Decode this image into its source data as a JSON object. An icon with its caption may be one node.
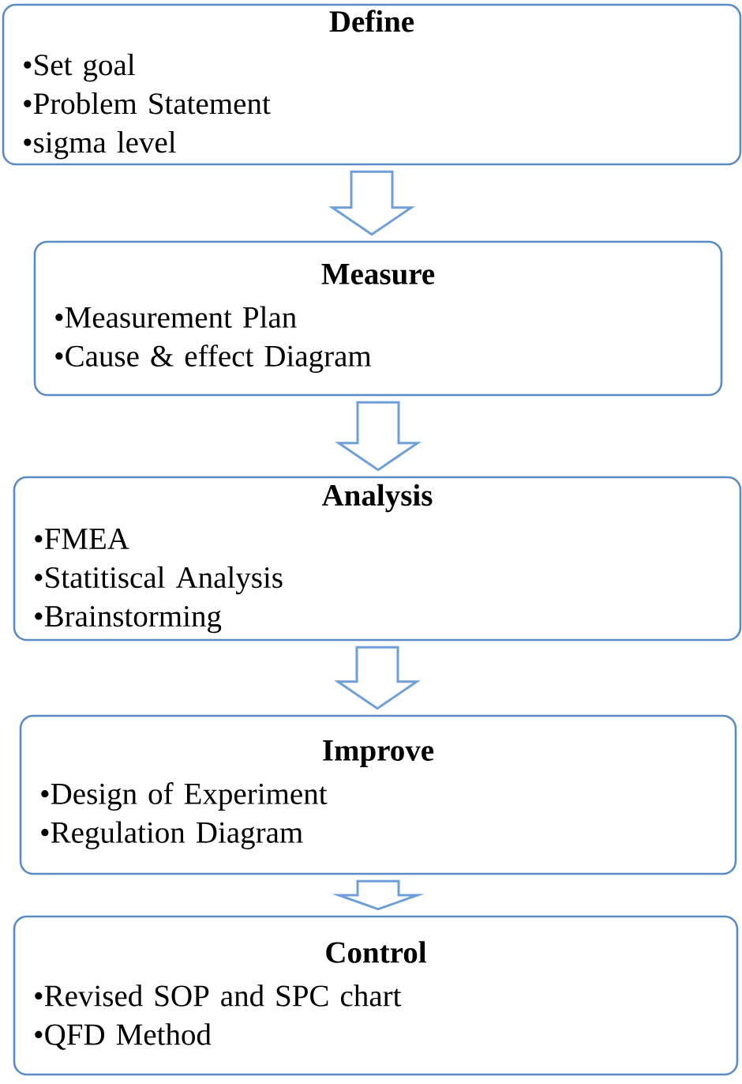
{
  "diagram": {
    "nodes": [
      {
        "text": [
          "Define",
          "•Set goal",
          "•Problem Statement",
          "•sigma level"
        ]
      },
      {
        "text": [
          "Measure",
          "•Measurement Plan",
          "•Cause & effect Diagram"
        ]
      },
      {
        "text": [
          "Analysis",
          "•FMEA",
          "•Statitiscal Analysis",
          "•Brainstorming"
        ]
      },
      {
        "text": [
          "Improve",
          "•Design of Experiment",
          "•Regulation Diagram"
        ]
      },
      {
        "text": [
          "Control",
          "•Revised SOP and SPC chart",
          "•QFD Method"
        ]
      }
    ],
    "edges": [
      {
        "from": 0,
        "to": 1,
        "arrow": "to"
      },
      {
        "from": 1,
        "to": 2,
        "arrow": "to"
      },
      {
        "from": 2,
        "to": 3,
        "arrow": "to"
      },
      {
        "from": 3,
        "to": 4,
        "arrow": "to"
      }
    ]
  }
}
